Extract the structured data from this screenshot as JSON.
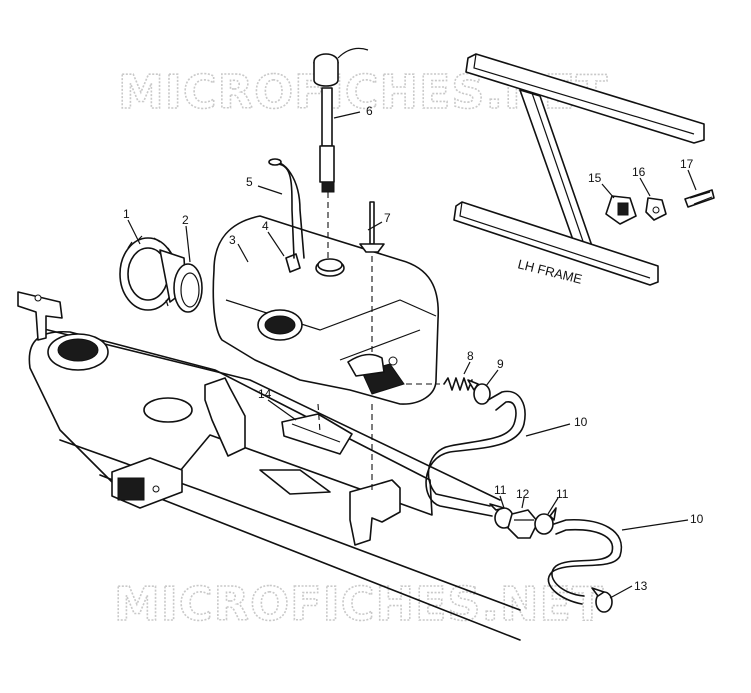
{
  "watermarks": {
    "top": "MICROFICHES.NET",
    "bottom": "MICROFICHES.NET"
  },
  "frame_label": "LH FRAME",
  "callouts": [
    {
      "id": "1",
      "label": "1"
    },
    {
      "id": "2",
      "label": "2"
    },
    {
      "id": "3",
      "label": "3"
    },
    {
      "id": "4",
      "label": "4"
    },
    {
      "id": "5",
      "label": "5"
    },
    {
      "id": "6",
      "label": "6"
    },
    {
      "id": "7",
      "label": "7"
    },
    {
      "id": "8",
      "label": "8"
    },
    {
      "id": "9",
      "label": "9"
    },
    {
      "id": "10a",
      "label": "10"
    },
    {
      "id": "10b",
      "label": "10"
    },
    {
      "id": "11a",
      "label": "11"
    },
    {
      "id": "11b",
      "label": "11"
    },
    {
      "id": "12",
      "label": "12"
    },
    {
      "id": "13",
      "label": "13"
    },
    {
      "id": "14",
      "label": "14"
    },
    {
      "id": "15",
      "label": "15"
    },
    {
      "id": "16",
      "label": "16"
    },
    {
      "id": "17",
      "label": "17"
    }
  ]
}
